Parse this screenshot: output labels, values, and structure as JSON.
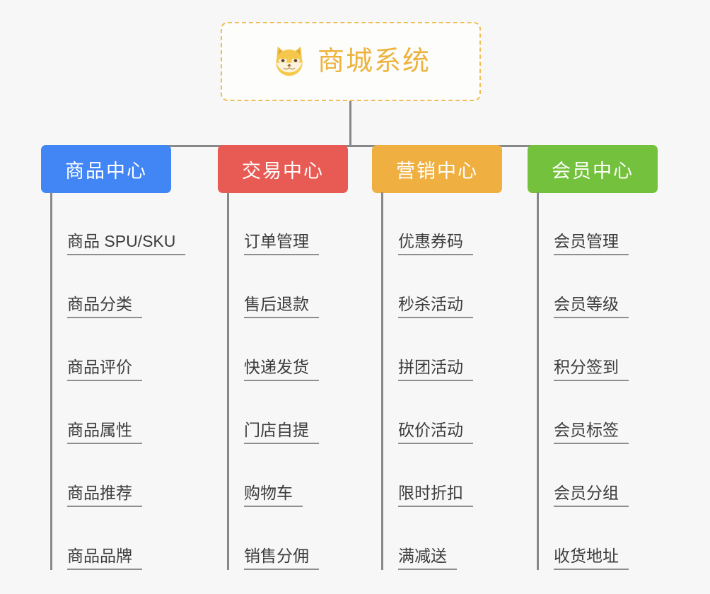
{
  "root": {
    "title": "商城系统",
    "icon": "shiba-dog-icon",
    "border_color": "#f0bd5b",
    "text_color": "#edb33f"
  },
  "categories": [
    {
      "label": "商品中心",
      "color": "#4285f4",
      "items": [
        "商品 SPU/SKU",
        "商品分类",
        "商品评价",
        "商品属性",
        "商品推荐",
        "商品品牌"
      ]
    },
    {
      "label": "交易中心",
      "color": "#e85b54",
      "items": [
        "订单管理",
        "售后退款",
        "快递发货",
        "门店自提",
        "购物车",
        "销售分佣"
      ]
    },
    {
      "label": "营销中心",
      "color": "#efaf41",
      "items": [
        "优惠券码",
        "秒杀活动",
        "拼团活动",
        "砍价活动",
        "限时折扣",
        "满减送"
      ]
    },
    {
      "label": "会员中心",
      "color": "#74c13e",
      "items": [
        "会员管理",
        "会员等级",
        "积分签到",
        "会员标签",
        "会员分组",
        "收货地址"
      ]
    }
  ],
  "connector_color": "#888888",
  "background_color": "#f7f7f7"
}
